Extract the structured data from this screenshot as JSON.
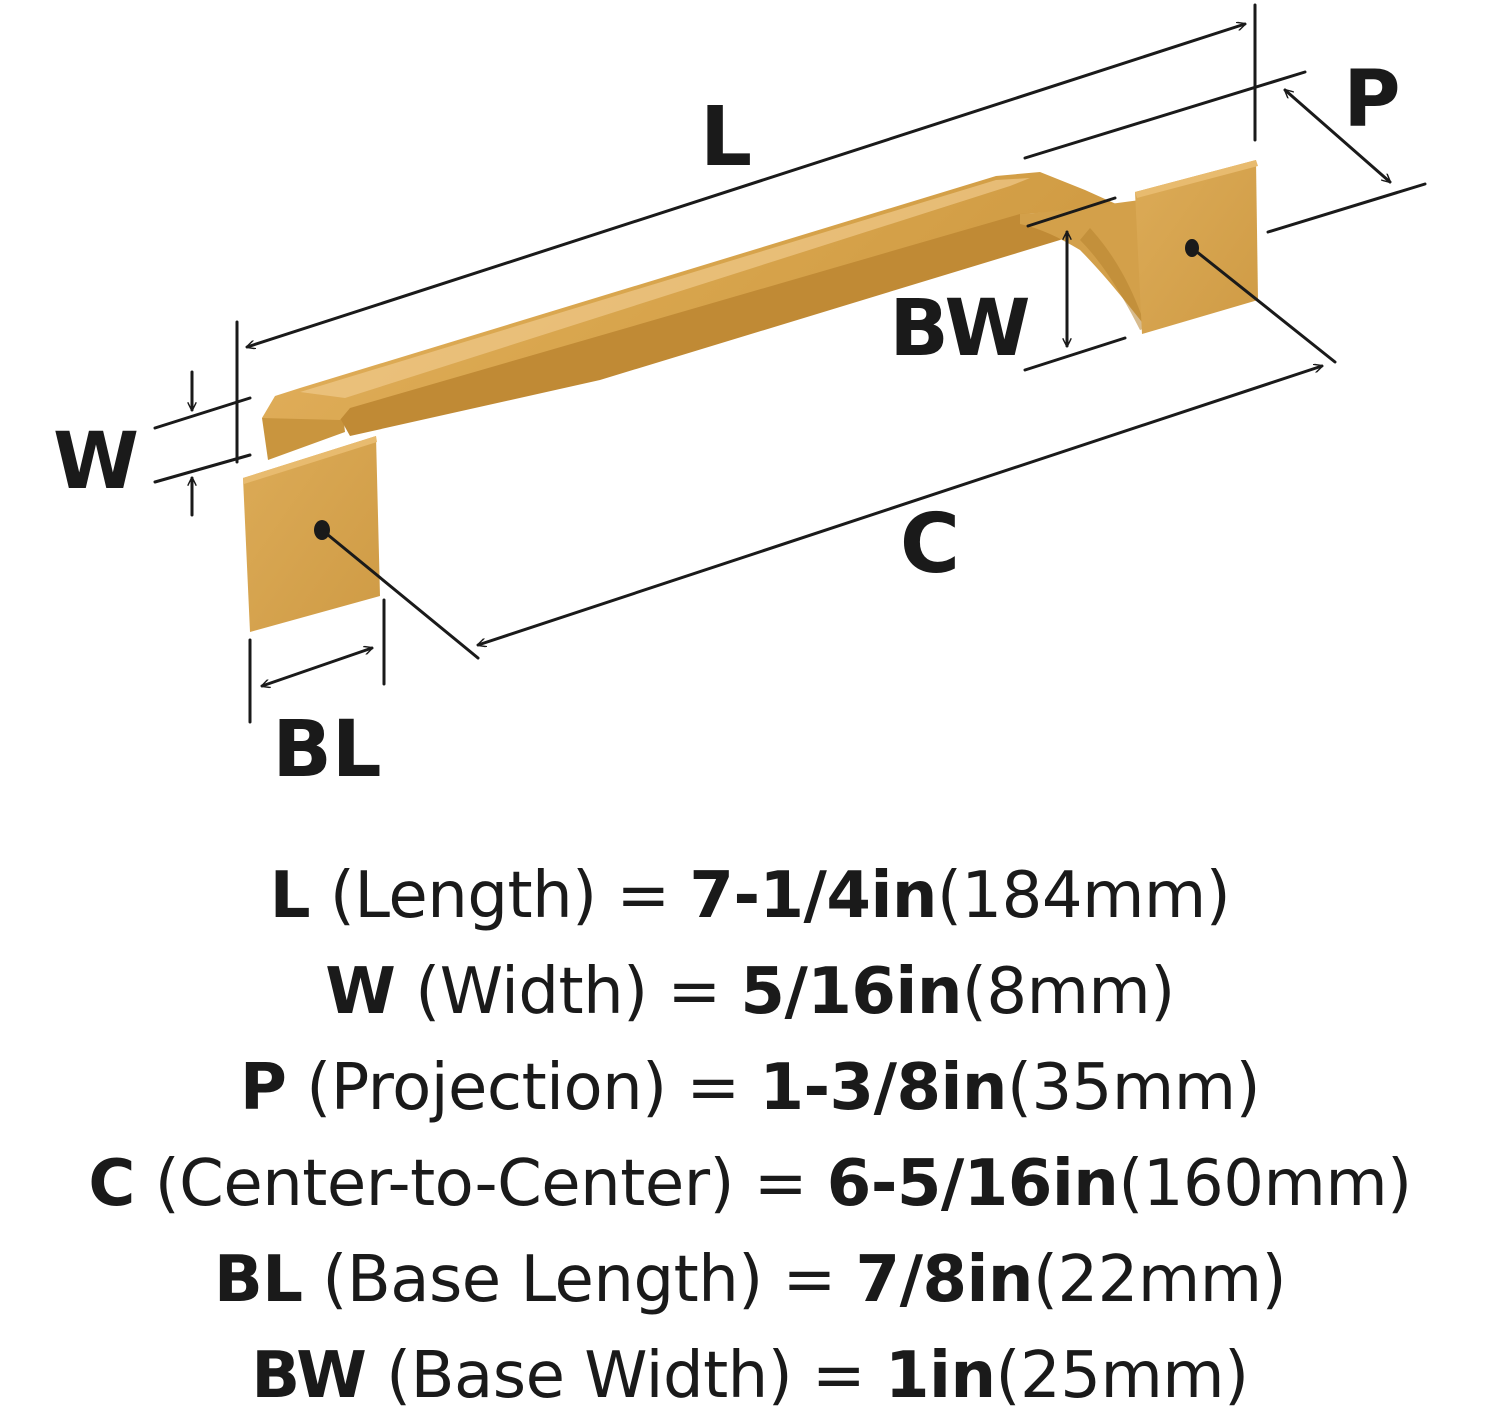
{
  "diagram": {
    "colors": {
      "metal": "#d9a64e",
      "metal_light": "#eec37a",
      "metal_dark": "#b8842f",
      "line": "#1a1a1a"
    },
    "labels": {
      "L": "L",
      "W": "W",
      "P": "P",
      "C": "C",
      "BL": "BL",
      "BW": "BW"
    }
  },
  "specs": [
    {
      "key": "L",
      "name": "(Length)",
      "eq": "=",
      "imperial": "7-1/4in",
      "metric": "(184mm)"
    },
    {
      "key": "W",
      "name": "(Width)",
      "eq": "=",
      "imperial": "5/16in",
      "metric": "(8mm)"
    },
    {
      "key": "P",
      "name": "(Projection)",
      "eq": "=",
      "imperial": "1-3/8in",
      "metric": "(35mm)"
    },
    {
      "key": "C",
      "name": "(Center-to-Center)",
      "eq": "=",
      "imperial": "6-5/16in",
      "metric": "(160mm)"
    },
    {
      "key": "BL",
      "name": "(Base Length)",
      "eq": "=",
      "imperial": "7/8in",
      "metric": "(22mm)"
    },
    {
      "key": "BW",
      "name": "(Base Width)",
      "eq": "=",
      "imperial": "1in",
      "metric": "(25mm)"
    }
  ]
}
